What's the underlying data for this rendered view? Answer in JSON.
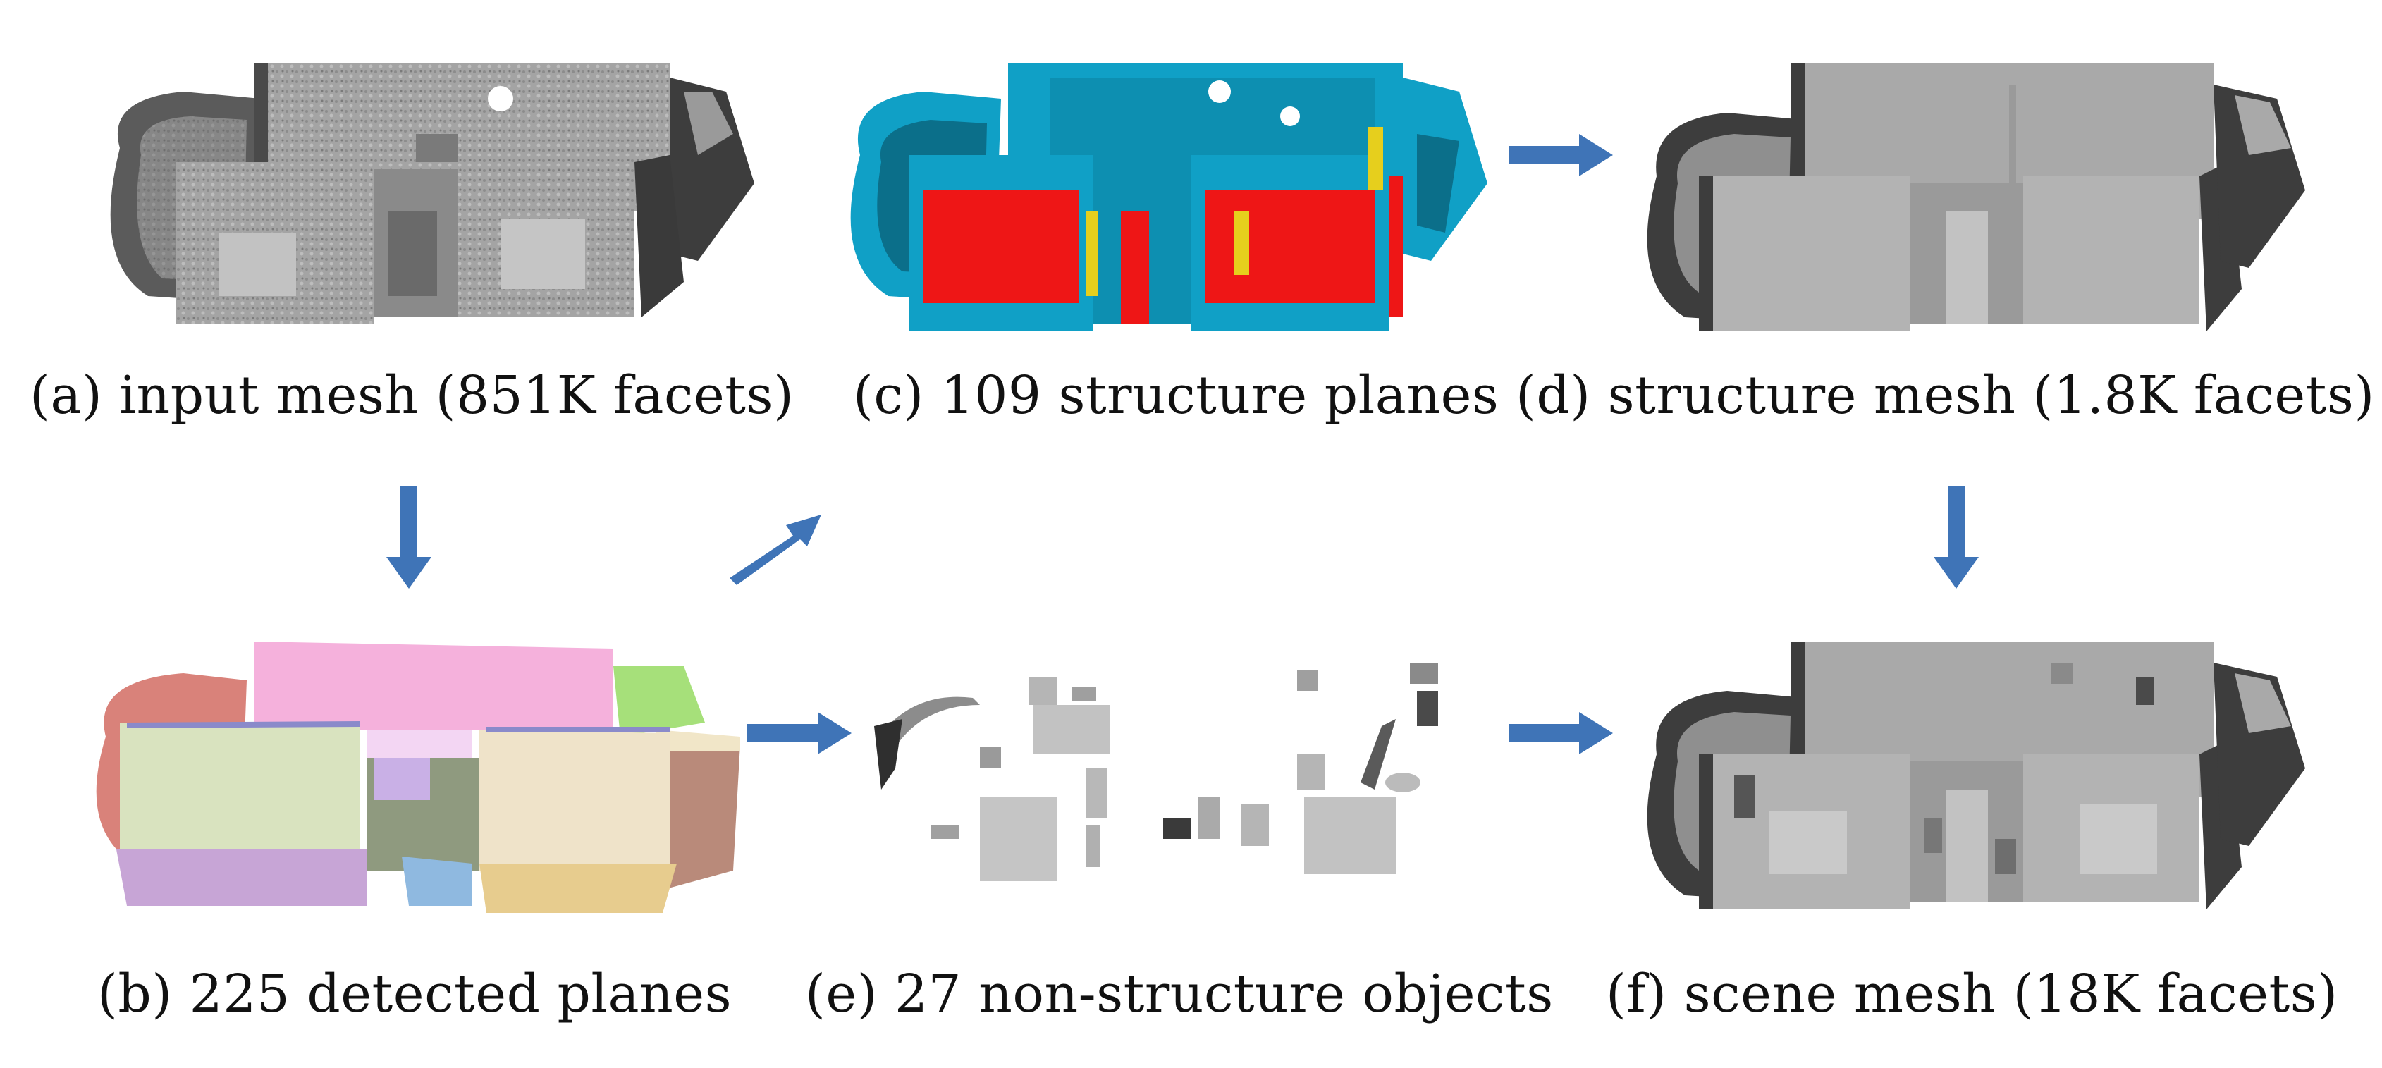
{
  "figure": {
    "panels": [
      {
        "id": "a",
        "caption": "(a) input mesh (851K facets)"
      },
      {
        "id": "b",
        "caption": "(b) 225 detected planes"
      },
      {
        "id": "c",
        "caption": "(c) 109 structure planes"
      },
      {
        "id": "d",
        "caption": "(d) structure mesh (1.8K facets)"
      },
      {
        "id": "e",
        "caption": "(e) 27 non-structure objects"
      },
      {
        "id": "f",
        "caption": "(f) scene mesh (18K facets)"
      }
    ],
    "colors": {
      "arrow": "#3f74b7",
      "mesh_gray": "#a9a9a9",
      "mesh_dark": "#3d3d3d",
      "structure_cyan": "#10a0c6",
      "structure_red": "#ee1616",
      "structure_yellow": "#e6cf1d"
    }
  }
}
